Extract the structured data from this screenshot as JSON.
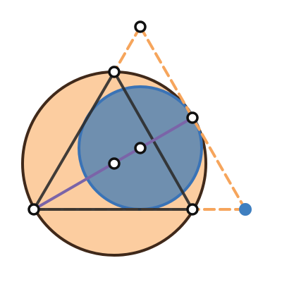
{
  "figure": {
    "kind": "geometry-construction",
    "colors": {
      "circumcircle_fill": "#fccda0",
      "circumcircle_stroke": "#40291a",
      "incircle_fill": "#6f8faf",
      "incircle_stroke": "#3a73b6",
      "triangle_stroke": "#2c2c2c",
      "dashed_lines": "#f6a55c",
      "cevian_line": "#7b64a8",
      "point_fill": "#ffffff",
      "point_stroke": "#111111",
      "movable_point": "#3f7fc0"
    },
    "points": [
      {
        "name": "apex-outer",
        "role": "outer-triangle-vertex"
      },
      {
        "name": "triangle-top",
        "role": "triangle-vertex"
      },
      {
        "name": "triangle-bottom-left",
        "role": "triangle-vertex"
      },
      {
        "name": "triangle-bottom-right",
        "role": "triangle-vertex"
      },
      {
        "name": "tangent-point",
        "role": "incircle-tangency"
      },
      {
        "name": "incircle-center",
        "role": "center"
      },
      {
        "name": "circumcircle-center",
        "role": "center"
      },
      {
        "name": "movable-point",
        "role": "draggable-vertex"
      }
    ]
  }
}
